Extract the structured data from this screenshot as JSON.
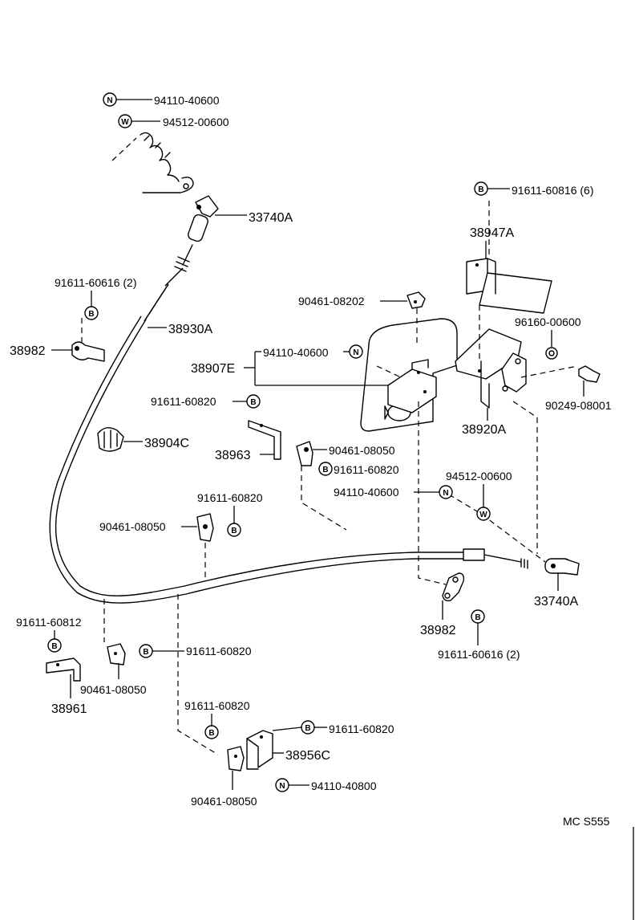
{
  "parts": {
    "p94110_40600_top": "94110-40600",
    "p94512_00600_top": "94512-00600",
    "p33740A_top": "33740A",
    "p91611_60616_left": "91611-60616 (2)",
    "p38930A": "38930A",
    "p38982_left": "38982",
    "p91611_60816": "91611-60816 (6)",
    "p38947A": "38947A",
    "p90461_08202": "90461-08202",
    "p96160_00600": "96160-00600",
    "p94110_40600_mid": "94110-40600",
    "p38907E": "38907E",
    "p90249_08001": "90249-08001",
    "p91611_60820_a": "91611-60820",
    "p38920A": "38920A",
    "p38904C": "38904C",
    "p38963": "38963",
    "p90461_08050_a": "90461-08050",
    "p91611_60820_b": "91611-60820",
    "p94512_00600_mid": "94512-00600",
    "p94110_40600_low": "94110-40600",
    "p91611_60820_c": "91611-60820",
    "p90461_08050_b": "90461-08050",
    "p33740A_right": "33740A",
    "p38982_right": "38982",
    "p91611_60616_right": "91611-60616 (2)",
    "p91611_60812": "91611-60812",
    "p91611_60820_d": "91611-60820",
    "p38961": "38961",
    "p90461_08050_c": "90461-08050",
    "p91611_60820_e": "91611-60820",
    "p91611_60820_f": "91611-60820",
    "p38956C": "38956C",
    "p90461_08050_d": "90461-08050",
    "p94110_40800": "94110-40800"
  },
  "badges": {
    "N": "N",
    "W": "W",
    "B": "B"
  },
  "footer": {
    "code": "MC S555"
  }
}
